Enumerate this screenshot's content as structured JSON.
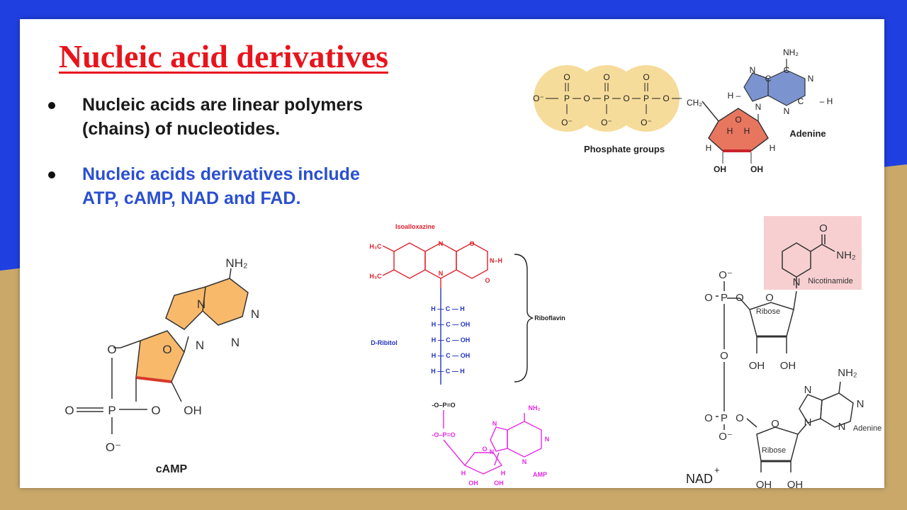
{
  "slide": {
    "title": "Nucleic acid derivatives",
    "bullets": [
      {
        "line1": "Nucleic acids are linear polymers",
        "line2": "(chains) of nucleotides."
      },
      {
        "line1": "Nucleic acids derivatives include",
        "line2": "ATP, cAMP, NAD and FAD."
      }
    ]
  },
  "atp_figure": {
    "phosphate_label": "Phosphate groups",
    "adenine_label": "Adenine",
    "phosphorus": "P",
    "oxygen": "O",
    "o_minus": "O⁻",
    "ch2": "CH₂",
    "nh2": "NH₂",
    "n": "N",
    "c": "C",
    "h": "H",
    "h_dash": "H –",
    "dash_h": "– H",
    "oh": "OH"
  },
  "camp_figure": {
    "label": "cAMP",
    "nh2": "NH₂",
    "n": "N",
    "o": "O",
    "p": "P",
    "o_minus": "O⁻",
    "oh": "OH"
  },
  "fad_figure": {
    "isoalloxazine_label": "Isoalloxazine",
    "ribitol_label": "D-Ribitol",
    "riboflavin_label": "Riboflavin",
    "amp_label": "AMP",
    "h3c": "H₃C",
    "n": "N",
    "nh": "N–H",
    "o": "O",
    "ribitol_rows": [
      "H — C — H",
      "H — C — OH",
      "H — C — OH",
      "H — C — OH",
      "H — C — H"
    ],
    "phos1": "-O–P=O",
    "phos2": "-O–P=O",
    "nh2": "NH₂",
    "h": "H",
    "oh": "OH"
  },
  "nad_figure": {
    "label": "NAD",
    "superscript": "+",
    "nicotinamide_label": "Nicotinamide",
    "adenine_label": "Adenine",
    "ribose_label": "Ribose",
    "nh2": "NH₂",
    "n": "N",
    "n_plus": "N",
    "o": "O",
    "p": "P",
    "o_minus": "O⁻",
    "oh": "OH"
  },
  "colors": {
    "title": "#e8141c",
    "blue_text": "#2a4fd1",
    "background_blue": "#1f3fe0",
    "background_gold": "#c9a86a",
    "fad_red": "#e0202a",
    "fad_blue": "#2233bb",
    "fad_magenta": "#e52ae0",
    "camp_orange": "#f8b96a",
    "nad_pink": "#f7cfd1",
    "atp_phosphate": "#f6dc9a",
    "atp_adenine": "#7b93cf",
    "atp_ribose": "#e8765f"
  }
}
